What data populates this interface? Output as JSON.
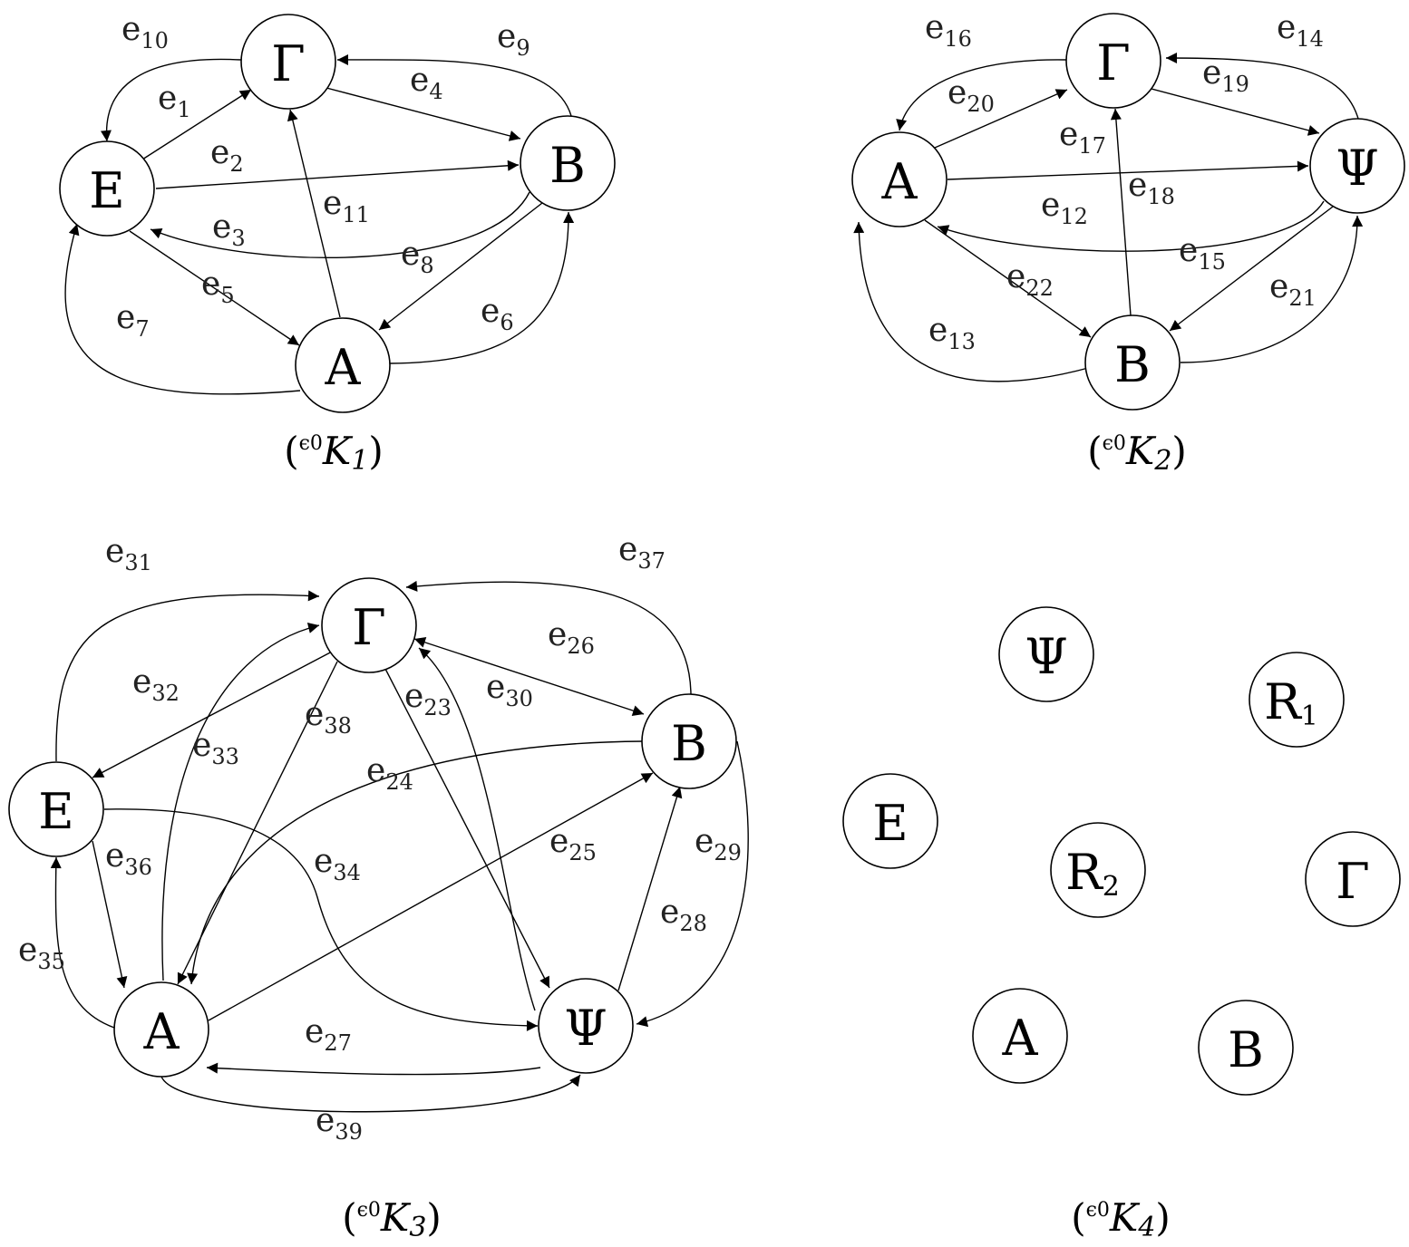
{
  "arrow_color": "#000000",
  "graphs": [
    {
      "id": "K1",
      "caption": {
        "open": "(",
        "prefix": "ϵ0",
        "main": "K",
        "sub": "1",
        "close": ")"
      },
      "nodes": [
        {
          "id": "G",
          "label": "Γ"
        },
        {
          "id": "E",
          "label": "E"
        },
        {
          "id": "B",
          "label": "B"
        },
        {
          "id": "A",
          "label": "A"
        }
      ],
      "edges": [
        {
          "id": "e1",
          "label": "e",
          "sub": "1",
          "from": "E",
          "to": "G"
        },
        {
          "id": "e2",
          "label": "e",
          "sub": "2",
          "from": "E",
          "to": "B"
        },
        {
          "id": "e3",
          "label": "e",
          "sub": "3",
          "from": "B",
          "to": "E"
        },
        {
          "id": "e4",
          "label": "e",
          "sub": "4",
          "from": "G",
          "to": "B"
        },
        {
          "id": "e5",
          "label": "e",
          "sub": "5",
          "from": "E",
          "to": "A"
        },
        {
          "id": "e6",
          "label": "e",
          "sub": "6",
          "from": "A",
          "to": "B"
        },
        {
          "id": "e7",
          "label": "e",
          "sub": "7",
          "from": "A",
          "to": "E"
        },
        {
          "id": "e8",
          "label": "e",
          "sub": "8",
          "from": "B",
          "to": "A"
        },
        {
          "id": "e9",
          "label": "e",
          "sub": "9",
          "from": "B",
          "to": "G"
        },
        {
          "id": "e10",
          "label": "e",
          "sub": "10",
          "from": "G",
          "to": "E"
        },
        {
          "id": "e11",
          "label": "e",
          "sub": "11",
          "from": "A",
          "to": "G"
        }
      ]
    },
    {
      "id": "K2",
      "caption": {
        "open": "(",
        "prefix": "ϵ0",
        "main": "K",
        "sub": "2",
        "close": ")"
      },
      "nodes": [
        {
          "id": "G",
          "label": "Γ"
        },
        {
          "id": "A",
          "label": "A"
        },
        {
          "id": "P",
          "label": "Ψ"
        },
        {
          "id": "B",
          "label": "B"
        }
      ],
      "edges": [
        {
          "id": "e12",
          "label": "e",
          "sub": "12",
          "from": "P",
          "to": "A"
        },
        {
          "id": "e13",
          "label": "e",
          "sub": "13",
          "from": "B",
          "to": "A"
        },
        {
          "id": "e14",
          "label": "e",
          "sub": "14",
          "from": "P",
          "to": "G"
        },
        {
          "id": "e15",
          "label": "e",
          "sub": "15",
          "from": "P",
          "to": "B"
        },
        {
          "id": "e16",
          "label": "e",
          "sub": "16",
          "from": "G",
          "to": "A"
        },
        {
          "id": "e17",
          "label": "e",
          "sub": "17",
          "from": "A",
          "to": "P"
        },
        {
          "id": "e18",
          "label": "e",
          "sub": "18",
          "from": "B",
          "to": "G"
        },
        {
          "id": "e19",
          "label": "e",
          "sub": "19",
          "from": "G",
          "to": "P"
        },
        {
          "id": "e20",
          "label": "e",
          "sub": "20",
          "from": "A",
          "to": "G"
        },
        {
          "id": "e21",
          "label": "e",
          "sub": "21",
          "from": "B",
          "to": "P"
        },
        {
          "id": "e22",
          "label": "e",
          "sub": "22",
          "from": "A",
          "to": "B"
        }
      ]
    },
    {
      "id": "K3",
      "caption": {
        "open": "(",
        "prefix": "ϵ0",
        "main": "K",
        "sub": "3",
        "close": ")"
      },
      "nodes": [
        {
          "id": "G",
          "label": "Γ"
        },
        {
          "id": "B",
          "label": "B"
        },
        {
          "id": "E",
          "label": "E"
        },
        {
          "id": "A",
          "label": "A"
        },
        {
          "id": "P",
          "label": "Ψ"
        }
      ],
      "edges": [
        {
          "id": "e23",
          "label": "e",
          "sub": "23",
          "from": "G",
          "to": "P"
        },
        {
          "id": "e24",
          "label": "e",
          "sub": "24",
          "from": "B",
          "to": "A"
        },
        {
          "id": "e25",
          "label": "e",
          "sub": "25",
          "from": "A",
          "to": "B"
        },
        {
          "id": "e26",
          "label": "e",
          "sub": "26",
          "from": "G",
          "to": "B",
          "bidirectional": true
        },
        {
          "id": "e27",
          "label": "e",
          "sub": "27",
          "from": "P",
          "to": "A"
        },
        {
          "id": "e28",
          "label": "e",
          "sub": "28",
          "from": "P",
          "to": "B"
        },
        {
          "id": "e29",
          "label": "e",
          "sub": "29",
          "from": "B",
          "to": "P"
        },
        {
          "id": "e30",
          "label": "e",
          "sub": "30",
          "from": "P",
          "to": "G"
        },
        {
          "id": "e31",
          "label": "e",
          "sub": "31",
          "from": "E",
          "to": "G"
        },
        {
          "id": "e32",
          "label": "e",
          "sub": "32",
          "from": "G",
          "to": "E"
        },
        {
          "id": "e33",
          "label": "e",
          "sub": "33",
          "from": "A",
          "to": "G"
        },
        {
          "id": "e34",
          "label": "e",
          "sub": "34",
          "from": "E",
          "to": "P"
        },
        {
          "id": "e35",
          "label": "e",
          "sub": "35",
          "from": "A",
          "to": "E"
        },
        {
          "id": "e36",
          "label": "e",
          "sub": "36",
          "from": "E",
          "to": "A"
        },
        {
          "id": "e37",
          "label": "e",
          "sub": "37",
          "from": "B",
          "to": "G"
        },
        {
          "id": "e38",
          "label": "e",
          "sub": "38",
          "from": "G",
          "to": "A"
        },
        {
          "id": "e39",
          "label": "e",
          "sub": "39",
          "from": "A",
          "to": "P"
        }
      ]
    },
    {
      "id": "K4",
      "caption": {
        "open": "(",
        "prefix": "ϵ0",
        "main": "K",
        "sub": "4",
        "close": ")"
      },
      "nodes": [
        {
          "id": "P",
          "label": "Ψ"
        },
        {
          "id": "R1",
          "label": "R",
          "sub": "1"
        },
        {
          "id": "E",
          "label": "E"
        },
        {
          "id": "R2",
          "label": "R",
          "sub": "2"
        },
        {
          "id": "G",
          "label": "Γ"
        },
        {
          "id": "A",
          "label": "A"
        },
        {
          "id": "B",
          "label": "B"
        }
      ],
      "edges": []
    }
  ]
}
